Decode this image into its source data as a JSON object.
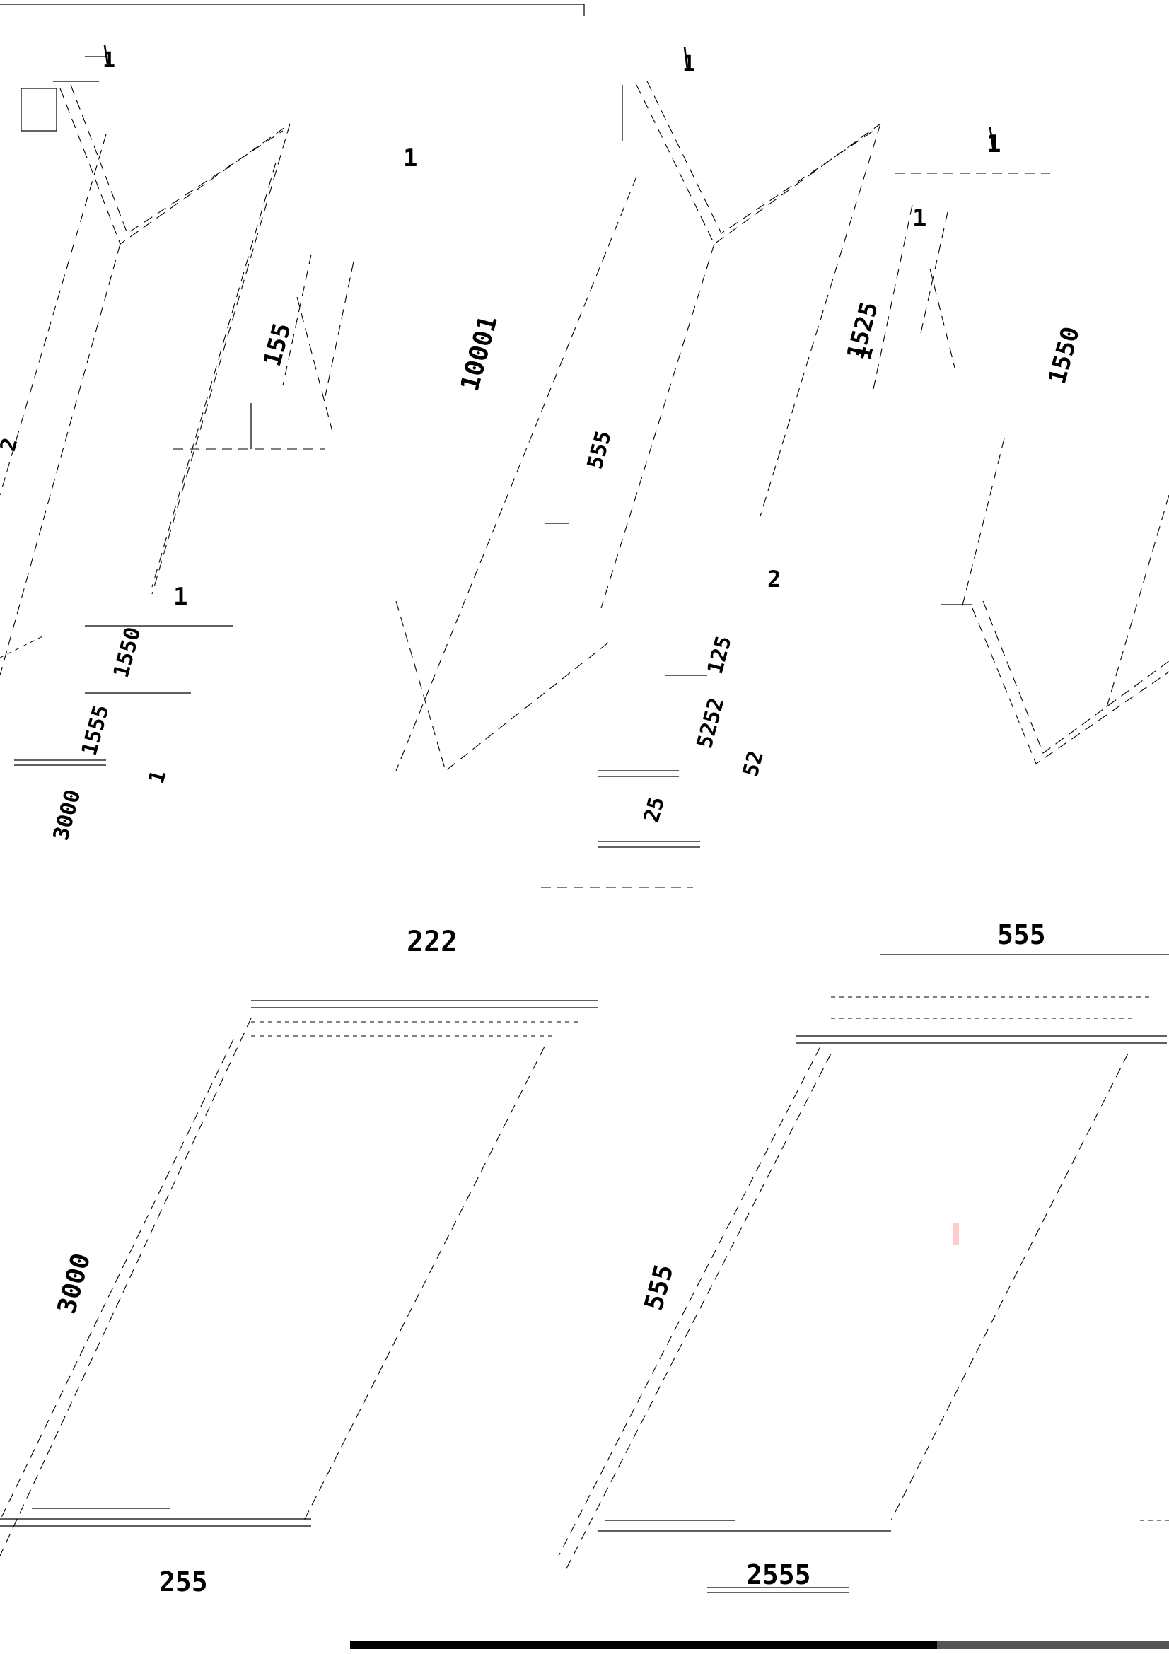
{
  "drawing": {
    "colors": {
      "ink": "#000000",
      "paper": "#ffffff",
      "mark": "#ff9999"
    },
    "dimensions": {
      "d_top_right_a": "1",
      "d_top_right_b": "1",
      "d_ridge_left": "1",
      "d_ridge_right": "1",
      "d_block_left": "155",
      "d_long_center": "10001",
      "d_long_right": "1550",
      "d_mid_center": "1525",
      "d_side_left": "2",
      "d_mid_left_a": "1",
      "d_mid_left_b": "1",
      "d_mid_left_c": "1550",
      "d_mid_left_d": "555",
      "d_mid_left_e": "1555",
      "d_mid_center_a": "2",
      "d_mid_center_b": "1",
      "d_mid_center_c": "125",
      "d_mid_center_d": "5252",
      "d_mid_center_e": "1",
      "d_mid_center_f": "52",
      "d_mid_center_g": "25",
      "d_slab_left": "222",
      "d_slab_right": "555",
      "d_wall_left": "3000",
      "d_wall_right": "3000",
      "d_base_left": "255",
      "d_base_right": "2555"
    }
  }
}
